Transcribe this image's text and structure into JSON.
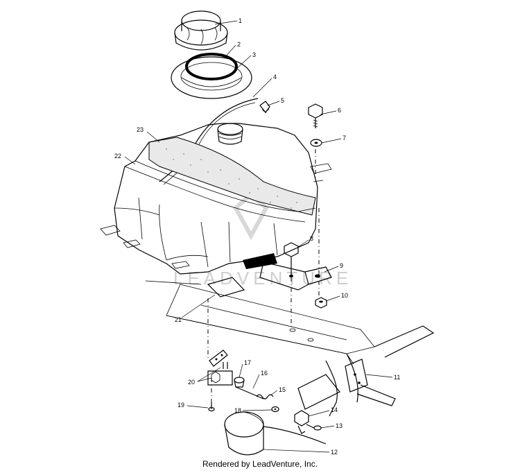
{
  "footer": {
    "text": "Rendered by LeadVenture, Inc."
  },
  "watermark": {
    "text": "LEADVENTURE"
  },
  "callouts": [
    {
      "label": "1"
    },
    {
      "label": "2"
    },
    {
      "label": "3"
    },
    {
      "label": "4"
    },
    {
      "label": "5"
    },
    {
      "label": "6"
    },
    {
      "label": "7"
    },
    {
      "label": "8"
    },
    {
      "label": "9"
    },
    {
      "label": "10"
    },
    {
      "label": "11"
    },
    {
      "label": "12"
    },
    {
      "label": "13"
    },
    {
      "label": "14"
    },
    {
      "label": "15"
    },
    {
      "label": "16"
    },
    {
      "label": "17"
    },
    {
      "label": "18"
    },
    {
      "label": "19"
    },
    {
      "label": "20"
    },
    {
      "label": "21"
    },
    {
      "label": "22"
    },
    {
      "label": "23"
    }
  ]
}
